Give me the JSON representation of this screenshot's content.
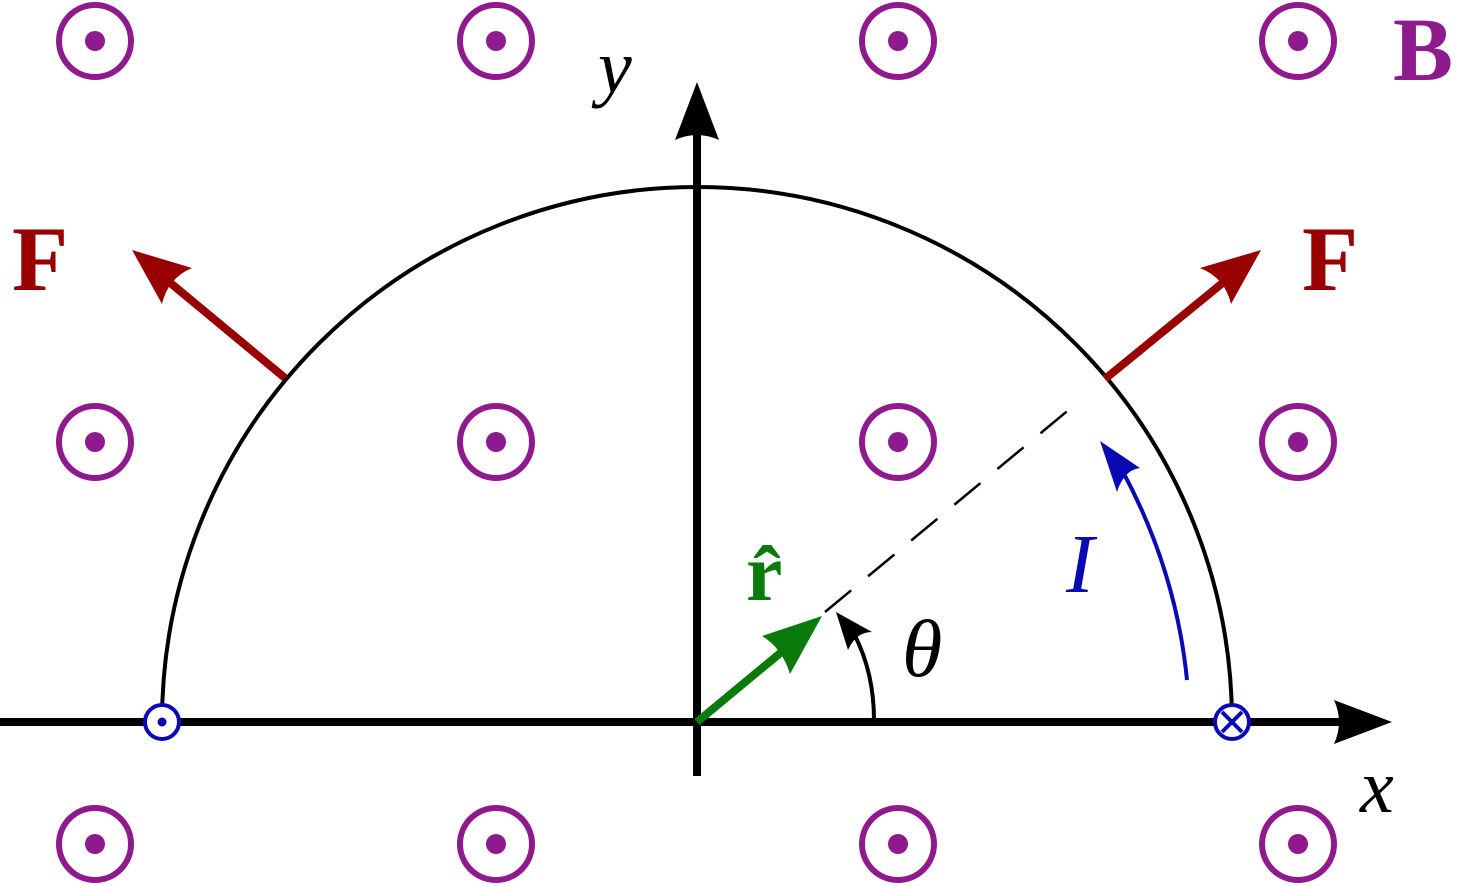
{
  "labels": {
    "field": "B",
    "y_axis": "y",
    "x_axis": "x",
    "force_left": "F",
    "force_right": "F",
    "unit_vector": "r̂",
    "angle": "θ",
    "current": "I"
  },
  "colors": {
    "field": "#8e1a8e",
    "force": "#990000",
    "unit_vector": "#0a7a0a",
    "current": "#0a0ab4",
    "axes": "#000000"
  },
  "field_markers": {
    "direction": "out-of-page",
    "rows": 3,
    "columns": 4
  },
  "wire_ends": {
    "left": "out-of-page",
    "right": "into-page"
  }
}
